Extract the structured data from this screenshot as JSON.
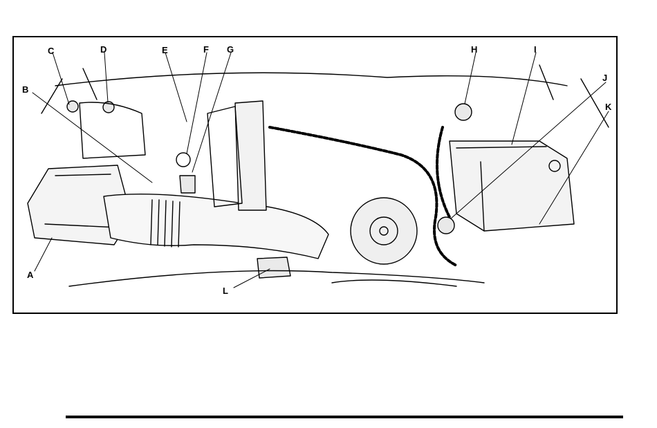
{
  "figure": {
    "callouts": [
      {
        "letter": "A"
      },
      {
        "letter": "B"
      },
      {
        "letter": "C"
      },
      {
        "letter": "D"
      },
      {
        "letter": "E"
      },
      {
        "letter": "F"
      },
      {
        "letter": "G"
      },
      {
        "letter": "H"
      },
      {
        "letter": "I"
      },
      {
        "letter": "J"
      },
      {
        "letter": "K"
      },
      {
        "letter": "L"
      }
    ]
  }
}
